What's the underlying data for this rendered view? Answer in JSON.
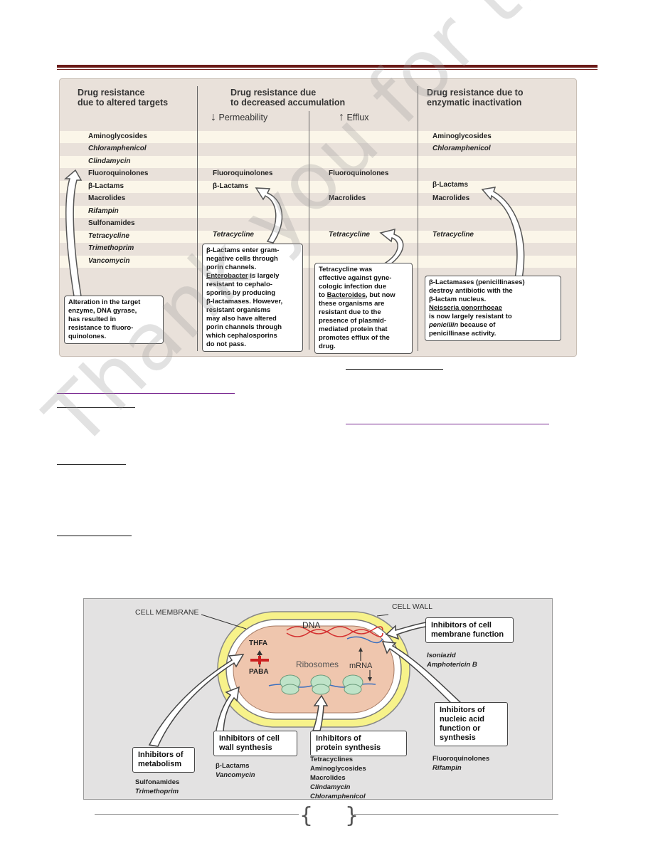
{
  "figure1": {
    "col1_heading": [
      "Drug resistance",
      "due to altered targets"
    ],
    "col2_heading": [
      "Drug resistance due",
      "to decreased accumulation"
    ],
    "col2_permeability": "Permeability",
    "col2_efflux": "Efflux",
    "col3_heading": [
      "Drug resistance due to",
      "enzymatic inactivation"
    ],
    "drugs_col1": [
      "Aminoglycosides",
      "Chloramphenicol",
      "Clindamycin",
      "Fluoroquinolones",
      "β-Lactams",
      "Macrolides",
      "Rifampin",
      "Sulfonamides",
      "Tetracycline",
      "Trimethoprim",
      "Vancomycin"
    ],
    "drugs_permeability": [
      "Fluoroquinolones",
      "β-Lactams",
      "Tetracycline"
    ],
    "drugs_efflux": [
      "Fluoroquinolones",
      "Macrolides",
      "Tetracycline"
    ],
    "drugs_col3": [
      "Aminoglycosides",
      "Chloramphenicol",
      "β-Lactams",
      "Macrolides",
      "Tetracycline"
    ],
    "note_altered_target": [
      "Alteration in the target",
      "enzyme, DNA gyrase,",
      "has resulted in",
      "resistance to fluoro-",
      "quinolones."
    ],
    "note_permeability_1": [
      "β-Lactams enter gram-",
      "negative cells through",
      "porin channels."
    ],
    "note_permeability_underlined": "Enterobacter",
    "note_permeability_2": [
      " is largely",
      "resistant to cephalo-",
      "sporins by producing",
      "β-lactamases. However,",
      "resistant organisms",
      "may also have altered",
      "porin channels through",
      "which cephalosporins",
      "do not pass."
    ],
    "note_efflux_1": [
      "Tetracycline was",
      "effective against gyne-",
      "cologic infection due",
      "to "
    ],
    "note_efflux_underlined": "Bacteroides",
    "note_efflux_2": [
      ", but now",
      "these organisms are",
      "resistant due to the",
      "presence of plasmid-",
      "mediated protein that",
      "promotes efflux of the",
      "drug."
    ],
    "note_enzymatic_1": [
      "β-Lactamases (penicillinases)",
      "destroy antibiotic with the",
      "β-lactam nucleus."
    ],
    "note_enzymatic_underlined": "Neisseria gonorrhoeae",
    "note_enzymatic_2a": "is now largely resistant to",
    "note_enzymatic_italic": "penicillin",
    "note_enzymatic_2b": " because of",
    "note_enzymatic_3": "penicillinase activity."
  },
  "figure2": {
    "cell_membrane": "CELL MEMBRANE",
    "cell_wall": "CELL WALL",
    "dna": "DNA",
    "thfa": "THFA",
    "paba": "PABA",
    "ribosomes": "Ribosomes",
    "mrna": "mRNA",
    "box_membrane": [
      "Inhibitors of cell",
      "membrane function"
    ],
    "list_membrane": [
      "Isoniazid",
      "Amphotericin B"
    ],
    "box_nucleic": [
      "Inhibitors of",
      "nucleic acid",
      "function or",
      "synthesis"
    ],
    "list_nucleic": [
      "Fluoroquinolones",
      "Rifampin"
    ],
    "box_protein": [
      "Inhibitors of",
      "protein synthesis"
    ],
    "list_protein": [
      "Tetracyclines",
      "Aminoglycosides",
      "Macrolides",
      "Clindamycin",
      "Chloramphenicol"
    ],
    "box_wall": [
      "Inhibitors of cell",
      "wall synthesis"
    ],
    "list_wall": [
      "β-Lactams",
      "Vancomycin"
    ],
    "box_metabolism": [
      "Inhibitors of",
      "metabolism"
    ],
    "list_metabolism": [
      "Sulfonamides",
      "Trimethoprim"
    ]
  },
  "watermark": "Thank you for trying ... site"
}
